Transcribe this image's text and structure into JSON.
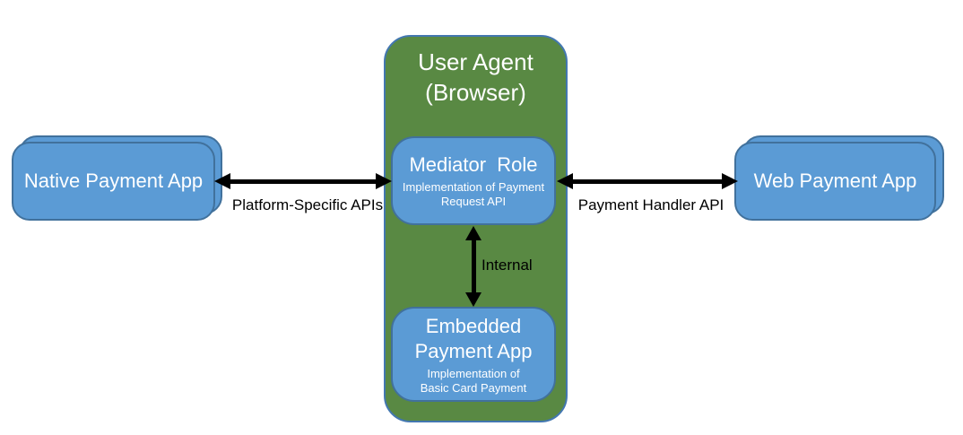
{
  "colors": {
    "node_fill_blue": "#5B9BD5",
    "node_border_blue": "#41719C",
    "container_fill_green": "#598943",
    "container_border_blue": "#4377B0",
    "arrow_color": "#000000",
    "node_text": "#FFFFFF",
    "label_text": "#000000"
  },
  "nodes": {
    "native_app": {
      "label": "Native Payment App"
    },
    "web_app": {
      "label": "Web Payment App"
    },
    "user_agent": {
      "title": "User Agent\n(Browser)"
    },
    "mediator": {
      "title": "Mediator  Role",
      "subtitle": "Implementation of Payment\nRequest API"
    },
    "embedded": {
      "title": "Embedded\nPayment App",
      "subtitle": "Implementation of\nBasic Card Payment"
    }
  },
  "connections": {
    "native_mediator": {
      "label": "Platform-Specific APIs",
      "type": "bidirectional"
    },
    "mediator_web": {
      "label": "Payment Handler API",
      "type": "bidirectional"
    },
    "mediator_embedded": {
      "label": "Internal",
      "type": "bidirectional"
    }
  }
}
